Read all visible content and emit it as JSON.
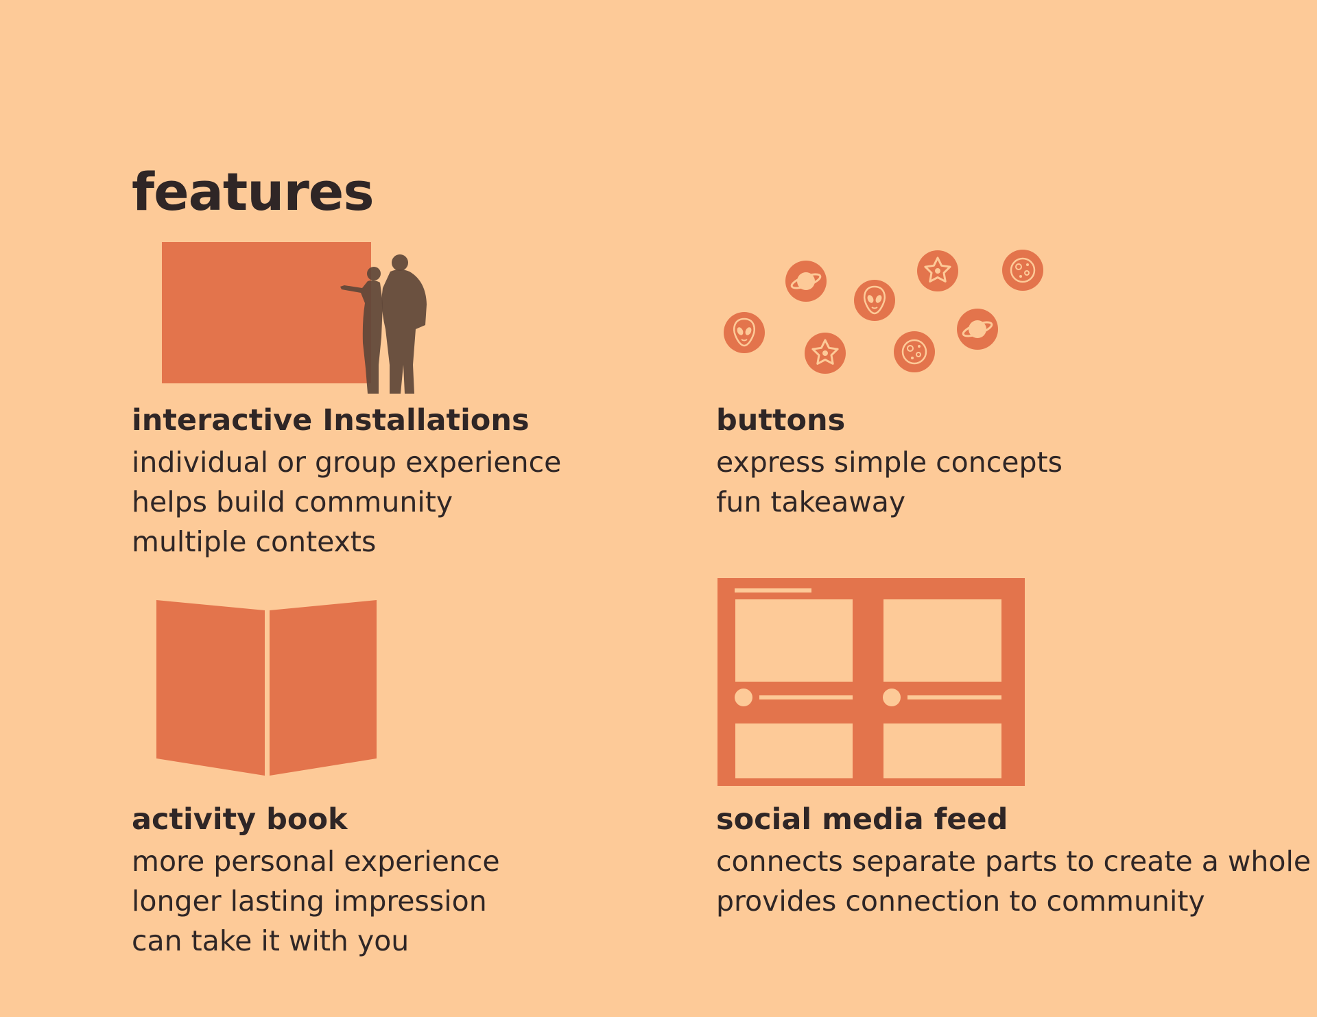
{
  "title": "features",
  "colors": {
    "background": "#fdca98",
    "accent": "#e3744c",
    "silhouette": "#5e4638",
    "ink": "#2f2626"
  },
  "features": [
    {
      "heading": "interactive Installations",
      "illustration": "interactive-installation-illustration",
      "lines": [
        "individual or group experience",
        "helps build community",
        "multiple contexts"
      ]
    },
    {
      "heading": "buttons",
      "illustration": "buttons-illustration",
      "icons": [
        "alien-button-icon",
        "planet-button-icon",
        "star-button-icon",
        "alien-button-icon",
        "moon-button-icon",
        "star-button-icon",
        "planet-button-icon",
        "moon-button-icon"
      ],
      "lines": [
        "express simple concepts",
        "fun takeaway"
      ]
    },
    {
      "heading": "activity book",
      "illustration": "open-book-illustration",
      "lines": [
        "more personal experience",
        "longer lasting impression",
        "can take it with you"
      ]
    },
    {
      "heading": "social media feed",
      "illustration": "social-feed-illustration",
      "lines": [
        "connects separate parts to create a whole",
        "provides connection to community"
      ]
    }
  ]
}
